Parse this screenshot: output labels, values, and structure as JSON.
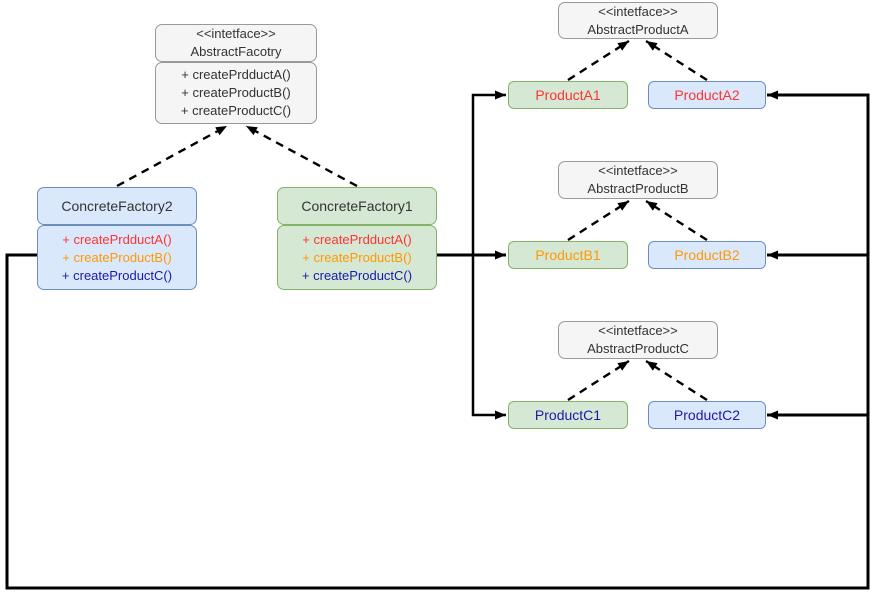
{
  "colors": {
    "canvas_bg": "#ffffff",
    "gray_fill": "#f5f5f5",
    "gray_border": "#999999",
    "blue_fill": "#dae8fc",
    "blue_border": "#6c8ebf",
    "green_fill": "#d5e8d4",
    "green_border": "#82b366",
    "red": "#ff3333",
    "orange": "#ff9900",
    "navy": "#1a1aa8",
    "text": "#333333",
    "connector": "#000000"
  },
  "abstract_factory": {
    "stereotype": "<<intetface>>",
    "name": "AbstractFacotry",
    "methods": [
      "+ createPrdductA()",
      "+ createProductB()",
      "+ createProductC()"
    ]
  },
  "method_colors": [
    "#ff3333",
    "#ff9900",
    "#1a1aa8"
  ],
  "factories": {
    "factory2": {
      "name": "ConcreteFactory2",
      "methods": [
        "+ createPrdductA()",
        "+ createProductB()",
        "+ createProductC()"
      ]
    },
    "factory1": {
      "name": "ConcreteFactory1",
      "methods": [
        "+ createPrdductA()",
        "+ createProductB()",
        "+ createProductC()"
      ]
    }
  },
  "product_groups": [
    {
      "stereotype": "<<intetface>>",
      "name": "AbstractProductA",
      "products": [
        "ProductA1",
        "ProductA2"
      ],
      "label_color": "#ff3333"
    },
    {
      "stereotype": "<<intetface>>",
      "name": "AbstractProductB",
      "products": [
        "ProductB1",
        "ProductB2"
      ],
      "label_color": "#ff9900"
    },
    {
      "stereotype": "<<intetface>>",
      "name": "AbstractProductC",
      "products": [
        "ProductC1",
        "ProductC2"
      ],
      "label_color": "#1a1aa8"
    }
  ]
}
